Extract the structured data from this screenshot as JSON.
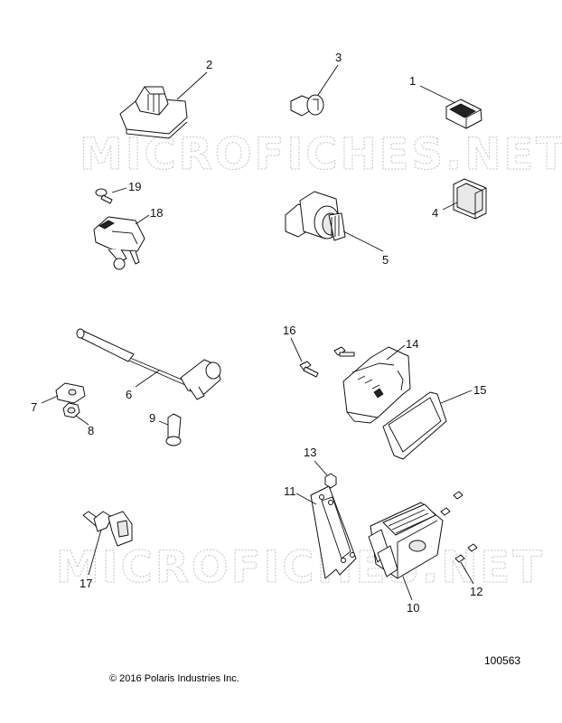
{
  "watermark": "MICROFICHES.NET",
  "callouts": {
    "c1": "1",
    "c2": "2",
    "c3": "3",
    "c4": "4",
    "c5": "5",
    "c6": "6",
    "c7": "7",
    "c8": "8",
    "c9": "9",
    "c10": "10",
    "c11": "11",
    "c12": "12",
    "c13": "13",
    "c14": "14",
    "c15": "15",
    "c16": "16",
    "c17": "17",
    "c18": "18",
    "c19": "19"
  },
  "footer": {
    "copyright": "© 2016 Polaris Industries Inc.",
    "diagram_number": "100563"
  }
}
